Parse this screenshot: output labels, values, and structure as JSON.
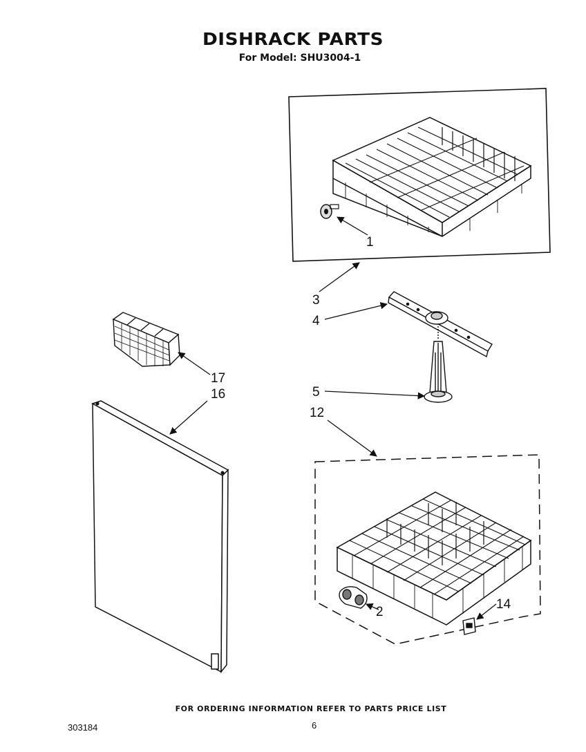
{
  "header": {
    "title": "DISHRACK PARTS",
    "subtitle": "For Model: SHU3004-1"
  },
  "callouts": {
    "c1": "1",
    "c2": "2",
    "c3": "3",
    "c4": "4",
    "c5": "5",
    "c12": "12",
    "c14": "14",
    "c16": "16",
    "c17": "17"
  },
  "footer": {
    "note": "FOR ORDERING INFORMATION REFER TO PARTS PRICE LIST",
    "doc_number": "303184",
    "page_number": "6"
  }
}
